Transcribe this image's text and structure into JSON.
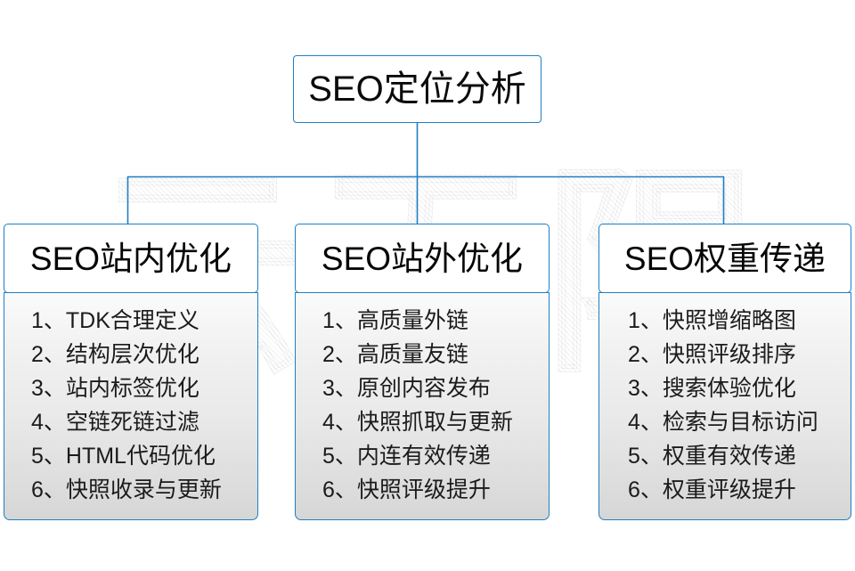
{
  "watermark": {
    "text": "云无限"
  },
  "diagram": {
    "root": {
      "label": "SEO定位分析"
    },
    "accent_color": "#1f7fc4",
    "columns": [
      {
        "header": "SEO站内优化",
        "items": [
          "1、TDK合理定义",
          "2、结构层次优化",
          "3、站内标签优化",
          "4、空链死链过滤",
          "5、HTML代码优化",
          "6、快照收录与更新"
        ]
      },
      {
        "header": "SEO站外优化",
        "items": [
          "1、高质量外链",
          "2、高质量友链",
          "3、原创内容发布",
          "4、快照抓取与更新",
          "5、内连有效传递",
          "6、快照评级提升"
        ]
      },
      {
        "header": "SEO权重传递",
        "items": [
          "1、快照增缩略图",
          "2、快照评级排序",
          "3、搜索体验优化",
          "4、检索与目标访问",
          "5、权重有效传递",
          "6、权重评级提升"
        ]
      }
    ]
  }
}
